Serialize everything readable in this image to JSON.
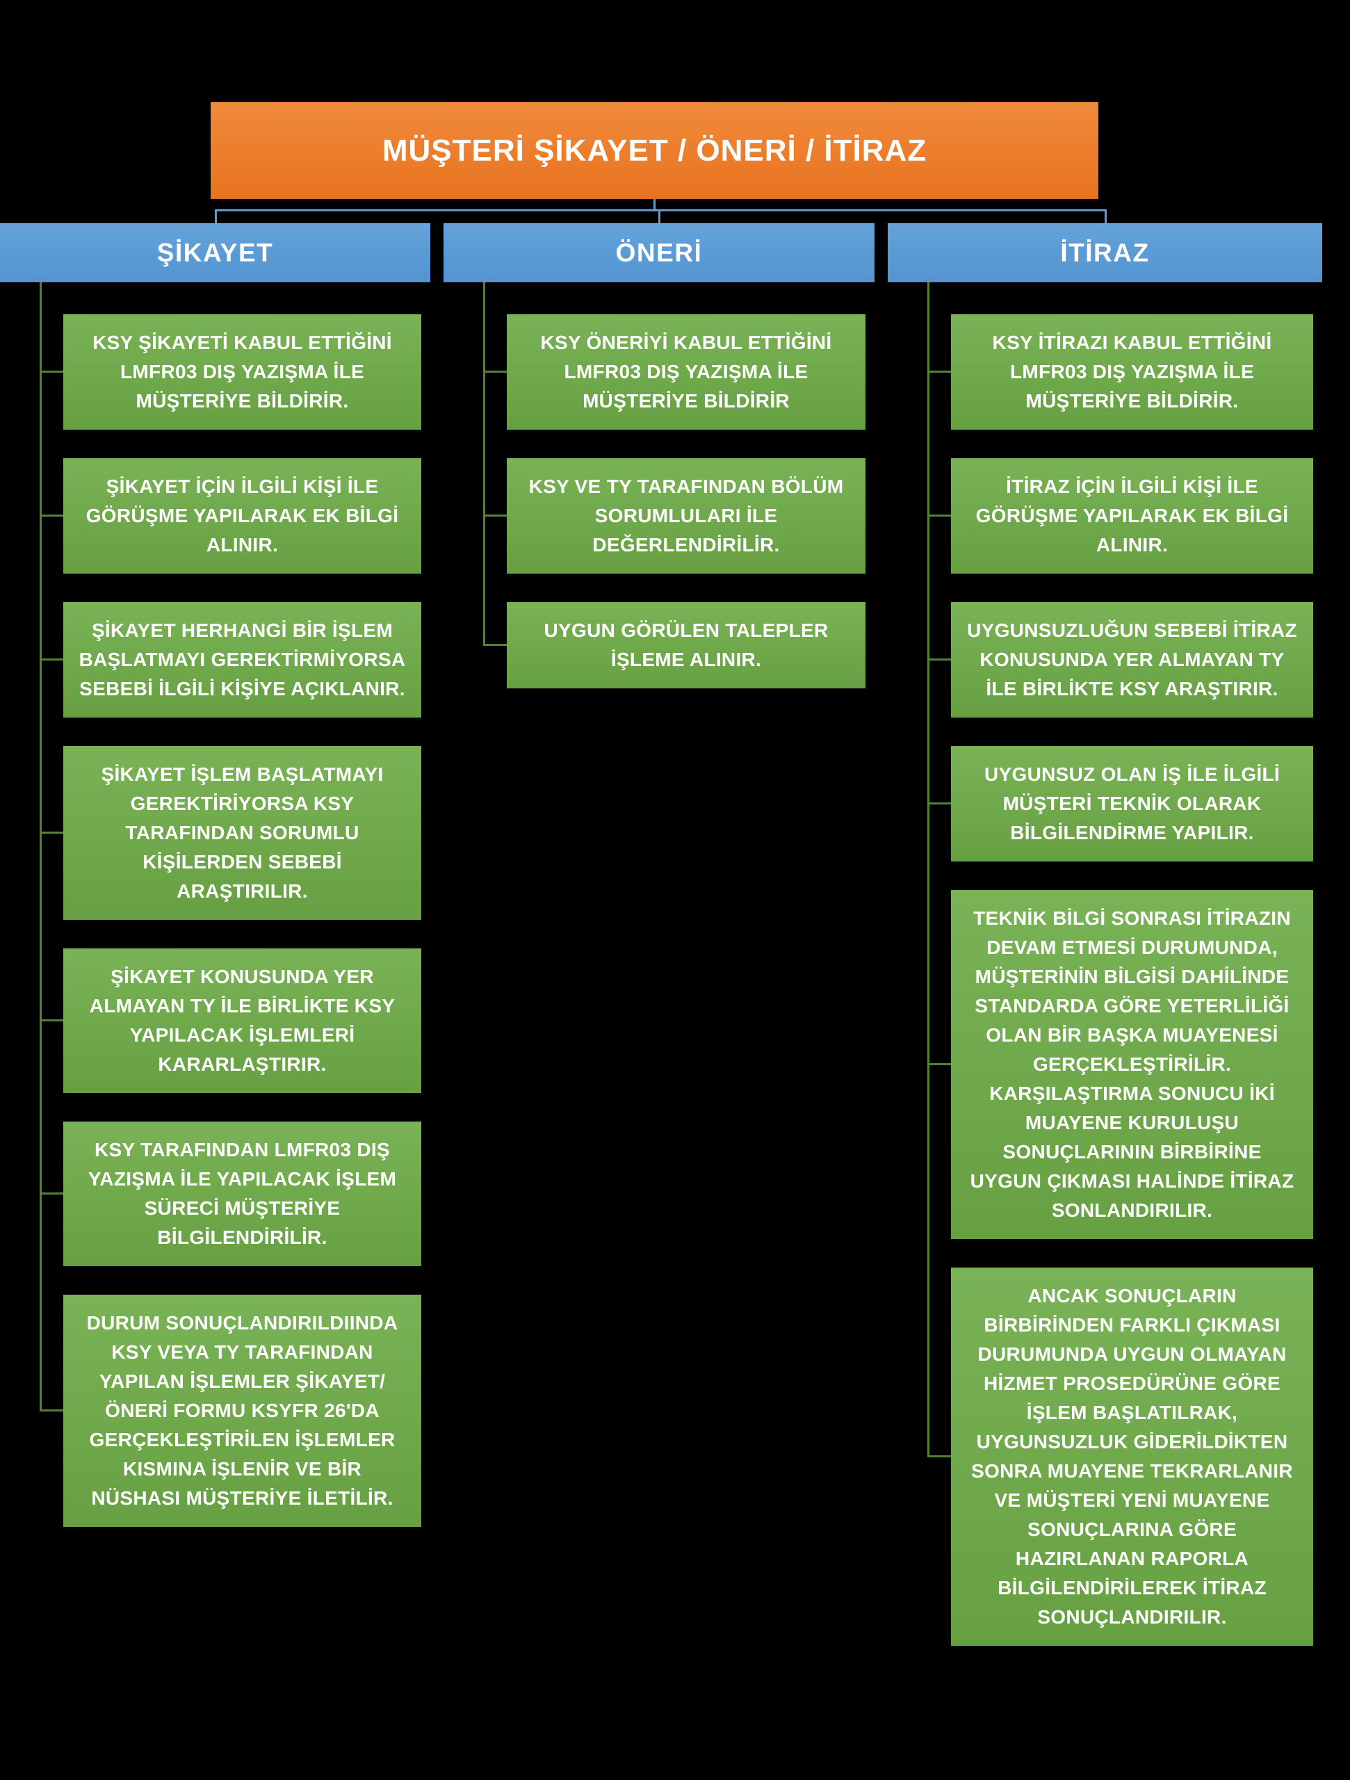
{
  "title": "MÜŞTERİ ŞİKAYET / ÖNERİ / İTİRAZ",
  "colors": {
    "background": "#000000",
    "title_bar": "#E8731F",
    "column_header": "#5B9BD5",
    "step_box": "#6FA84C",
    "connector_top": "#5B9BD5",
    "connector_column": "#538135",
    "text": "#FFFFFF"
  },
  "columns": [
    {
      "id": "sikayet",
      "label": "ŞİKAYET",
      "boxes": [
        "KSY ŞİKAYETİ KABUL ETTİĞİNİ LMFR03 DIŞ YAZIŞMA İLE MÜŞTERİYE BİLDİRİR.",
        "ŞİKAYET İÇİN İLGİLİ KİŞİ İLE GÖRÜŞME YAPILARAK EK BİLGİ ALINIR.",
        "ŞİKAYET HERHANGİ BİR İŞLEM BAŞLATMAYI GEREKTİRMİYORSA SEBEBİ İLGİLİ KİŞİYE AÇIKLANIR.",
        "ŞİKAYET İŞLEM BAŞLATMAYI GEREKTİRİYORSA KSY TARAFINDAN SORUMLU KİŞİLERDEN SEBEBİ ARAŞTIRILIR.",
        "ŞİKAYET KONUSUNDA YER ALMAYAN TY İLE BİRLİKTE KSY YAPILACAK İŞLEMLERİ KARARLAŞTIRIR.",
        "KSY TARAFINDAN LMFR03 DIŞ YAZIŞMA İLE YAPILACAK İŞLEM SÜRECİ MÜŞTERİYE BİLGİLENDİRİLİR.",
        "DURUM SONUÇLANDIRILDIINDA KSY VEYA TY TARAFINDAN YAPILAN İŞLEMLER ŞİKAYET/ ÖNERİ FORMU KSYFR 26'DA GERÇEKLEŞTİRİLEN İŞLEMLER KISMINA İŞLENİR VE BİR NÜSHASI MÜŞTERİYE İLETİLİR."
      ]
    },
    {
      "id": "oneri",
      "label": "ÖNERİ",
      "boxes": [
        "KSY ÖNERİYİ KABUL ETTİĞİNİ LMFR03 DIŞ YAZIŞMA İLE MÜŞTERİYE BİLDİRİR",
        "KSY VE TY TARAFINDAN BÖLÜM SORUMLULARI İLE DEĞERLENDİRİLİR.",
        "UYGUN GÖRÜLEN TALEPLER İŞLEME ALINIR."
      ]
    },
    {
      "id": "itiraz",
      "label": "İTİRAZ",
      "boxes": [
        "KSY İTİRAZI KABUL ETTİĞİNİ LMFR03 DIŞ YAZIŞMA İLE MÜŞTERİYE BİLDİRİR.",
        "İTİRAZ İÇİN İLGİLİ KİŞİ İLE GÖRÜŞME YAPILARAK EK BİLGİ ALINIR.",
        "UYGUNSUZLUĞUN SEBEBİ İTİRAZ KONUSUNDA YER ALMAYAN TY İLE BİRLİKTE KSY ARAŞTIRIR.",
        "UYGUNSUZ OLAN İŞ İLE İLGİLİ MÜŞTERİ TEKNİK OLARAK BİLGİLENDİRME YAPILIR.",
        "TEKNİK BİLGİ SONRASI İTİRAZIN DEVAM ETMESİ DURUMUNDA, MÜŞTERİNİN BİLGİSİ DAHİLİNDE STANDARDA GÖRE YETERLİLİĞİ OLAN BİR BAŞKA MUAYENESİ GERÇEKLEŞTİRİLİR. KARŞILAŞTIRMA SONUCU İKİ MUAYENE KURULUŞU SONUÇLARININ BİRBİRİNE UYGUN ÇIKMASI HALİNDE İTİRAZ SONLANDIRILIR.",
        "ANCAK SONUÇLARIN BİRBİRİNDEN FARKLI ÇIKMASI DURUMUNDA UYGUN OLMAYAN HİZMET PROSEDÜRÜNE GÖRE İŞLEM BAŞLATILRAK, UYGUNSUZLUK GİDERİLDİKTEN SONRA MUAYENE TEKRARLANIR VE MÜŞTERİ YENİ MUAYENE SONUÇLARINA GÖRE HAZIRLANAN RAPORLA BİLGİLENDİRİLEREK İTİRAZ SONUÇLANDIRILIR."
      ]
    }
  ]
}
